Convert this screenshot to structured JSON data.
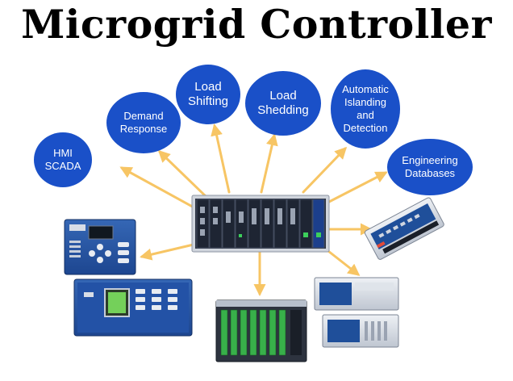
{
  "title": "Microgrid Controller",
  "colors": {
    "bubble": "#1a50c8",
    "arrow": "#f7c564",
    "device_blue": "#1f4f9a",
    "device_dark": "#2a3447",
    "device_silver": "#d6dbe4"
  },
  "bubbles": [
    {
      "id": "hmi-scada",
      "label": "HMI\nSCADA"
    },
    {
      "id": "demand-response",
      "label": "Demand\nResponse"
    },
    {
      "id": "load-shifting",
      "label": "Load\nShifting"
    },
    {
      "id": "load-shedding",
      "label": "Load\nShedding"
    },
    {
      "id": "automatic-islanding",
      "label": "Automatic\nIslanding\nand\nDetection"
    },
    {
      "id": "engineering-databases",
      "label": "Engineering\nDatabases"
    }
  ]
}
